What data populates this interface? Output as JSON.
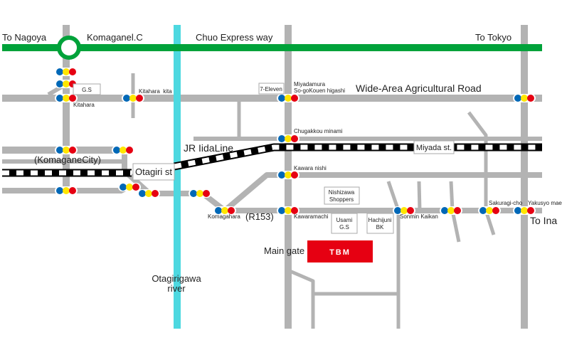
{
  "expressway": {
    "name": "Chuo Express way",
    "to_west": "To Nagoya",
    "to_east": "To Tokyo",
    "interchange": "Komaganel.C"
  },
  "roads": {
    "agricultural": "Wide-Area Agricultural Road",
    "r153": "(R153)",
    "to_ina": "To Ina",
    "city": "(KomaganeCity)"
  },
  "railway": {
    "name": "JR IidaLine",
    "station_west": "Otagiri st",
    "station_east": "Miyada st."
  },
  "river": {
    "line1": "Otagirigawa",
    "line2": "river"
  },
  "intersections": {
    "kitahara": "Kitahara",
    "kitahara_kita": "Kitahara  kita",
    "miyadamura_1": "Miyadamura",
    "miyadamura_2": "So-goKouen higashi",
    "chugakkou": "Chugakkou minami",
    "kawara_nishi": "Kawara nishi",
    "komagahara": "Komagahara",
    "kawaramachi": "Kawaramachi",
    "sonmin": "Sonmin Kaikan",
    "sakuragi": "Sakuragi-cho",
    "yakusyo": "Yakusyo mae"
  },
  "landmarks": {
    "gs": "G.S",
    "seven": "7-Eleven",
    "nishizawa_1": "Nishizawa",
    "nishizawa_2": "Shoppers",
    "usami_1": "Usami",
    "usami_2": "G.S",
    "hachijuni_1": "Hachijuni",
    "hachijuni_2": "BK"
  },
  "destination": {
    "main_gate": "Main gate",
    "name": "TBM"
  },
  "colors": {
    "expressway": "#00a23a",
    "river": "#4dd8e0",
    "road": "#b3b3b3",
    "tbm": "#e60012",
    "signal_blue": "#0068b7",
    "signal_yellow": "#ffe600",
    "signal_red": "#e60012"
  }
}
